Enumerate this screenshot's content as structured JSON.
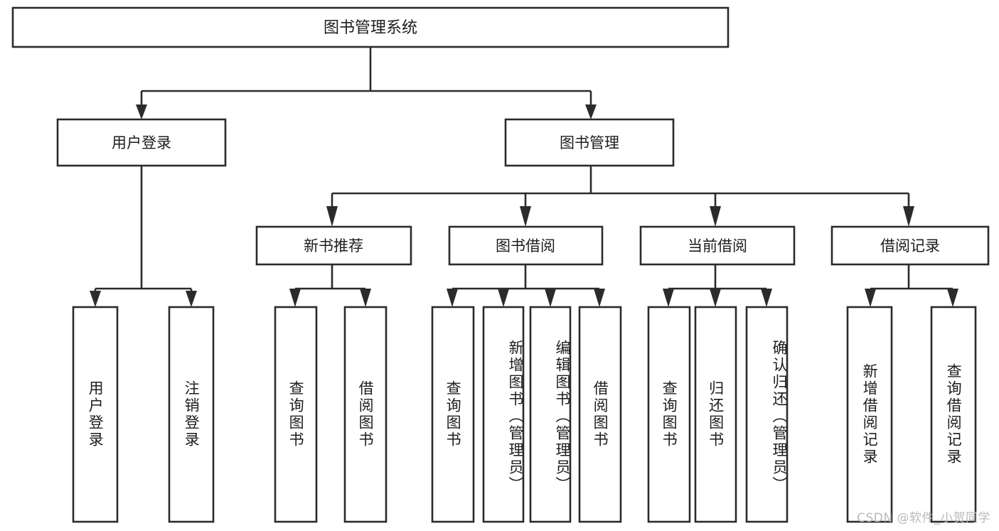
{
  "diagram": {
    "type": "tree",
    "title_node": {
      "label": "图书管理系统"
    },
    "level1": [
      {
        "id": "user-login",
        "label": "用户登录"
      },
      {
        "id": "book-management",
        "label": "图书管理"
      }
    ],
    "level2": [
      {
        "id": "new-book-recommend",
        "label": "新书推荐",
        "parent": "book-management"
      },
      {
        "id": "book-borrow",
        "label": "图书借阅",
        "parent": "book-management"
      },
      {
        "id": "current-borrow",
        "label": "当前借阅",
        "parent": "book-management"
      },
      {
        "id": "borrow-record",
        "label": "借阅记录",
        "parent": "book-management"
      }
    ],
    "leaves": [
      {
        "id": "leaf-user-login",
        "label": "用户登录",
        "parent": "user-login"
      },
      {
        "id": "leaf-logout-login",
        "label": "注销登录",
        "parent": "user-login"
      },
      {
        "id": "leaf-query-book-1",
        "label": "查询图书",
        "parent": "new-book-recommend"
      },
      {
        "id": "leaf-borrow-book-1",
        "label": "借阅图书",
        "parent": "new-book-recommend"
      },
      {
        "id": "leaf-query-book-2",
        "label": "查询图书",
        "parent": "book-borrow"
      },
      {
        "id": "leaf-add-book",
        "label": "新增图书（管理员）",
        "parent": "book-borrow"
      },
      {
        "id": "leaf-edit-book",
        "label": "编辑图书（管理员）",
        "parent": "book-borrow"
      },
      {
        "id": "leaf-borrow-book-2",
        "label": "借阅图书",
        "parent": "book-borrow"
      },
      {
        "id": "leaf-query-book-3",
        "label": "查询图书",
        "parent": "current-borrow"
      },
      {
        "id": "leaf-return-book",
        "label": "归还图书",
        "parent": "current-borrow"
      },
      {
        "id": "leaf-confirm-return",
        "label": "确认归还（管理员）",
        "parent": "current-borrow"
      },
      {
        "id": "leaf-add-record",
        "label": "新增借阅记录",
        "parent": "borrow-record"
      },
      {
        "id": "leaf-query-record",
        "label": "查询借阅记录",
        "parent": "borrow-record"
      }
    ],
    "colors": {
      "stroke": "#2b2b2b",
      "fill": "#ffffff",
      "text": "#1d1d1d",
      "watermark": "#b9b9b9"
    }
  },
  "watermark": {
    "text": "CSDN @软件_小贺同学"
  }
}
